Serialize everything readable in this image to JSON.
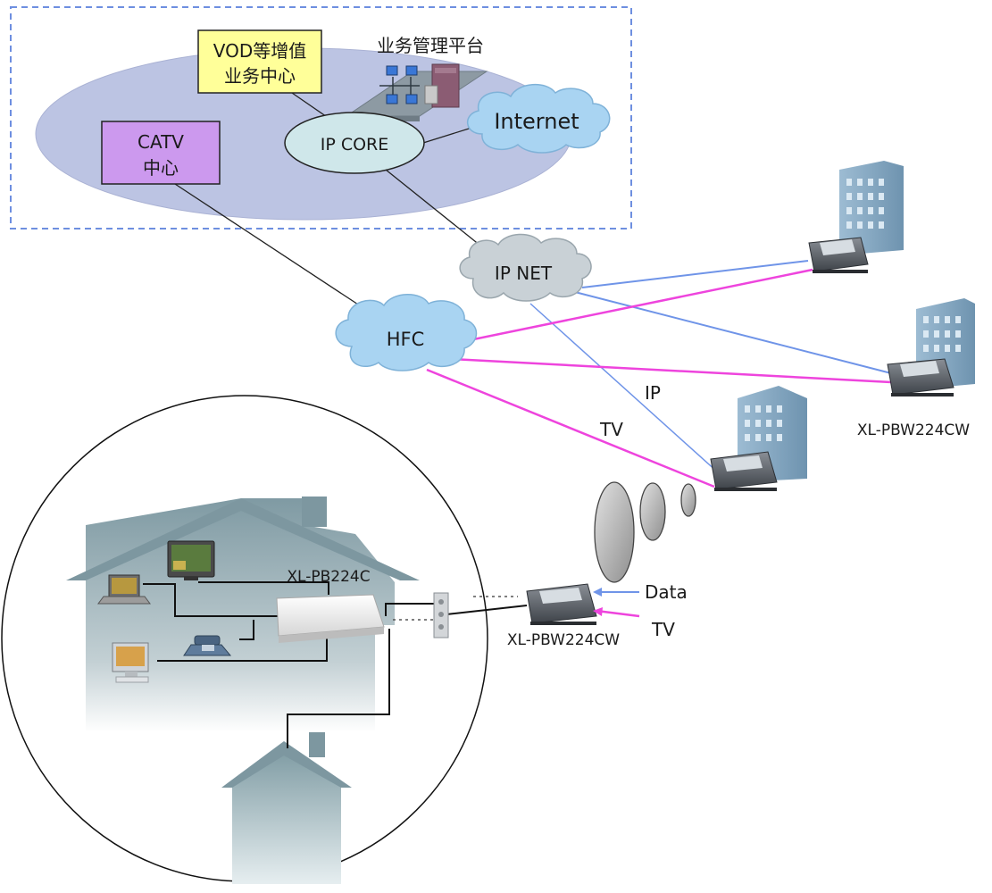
{
  "labels": {
    "vod_center_line1": "VOD等增值",
    "vod_center_line2": "业务中心",
    "management_platform": "业务管理平台",
    "internet": "Internet",
    "catv_line1": "CATV",
    "catv_line2": "中心",
    "ip_core": "IP CORE",
    "ip_net": "IP NET",
    "hfc": "HFC",
    "ip_link": "IP",
    "tv_link": "TV",
    "device_right": "XL-PBW224CW",
    "device_home": "XL-PBW224CW",
    "home_gateway": "XL-PB224C",
    "legend_data": "Data",
    "legend_tv": "TV"
  },
  "colors": {
    "dashed_border": "#6e8fe0",
    "ellipse_fill": "#bcc4e3",
    "vod_box": "#ffff99",
    "catv_box": "#cc99ee",
    "ip_core_fill": "#cfe7ea",
    "cloud_blue": "#a9d4f2",
    "cloud_gray": "#c9d1d6",
    "data_line": "#6f94e8",
    "tv_line": "#ee44dd",
    "house": "#8fa6ad",
    "building": "#7fa2bd"
  },
  "icons": {
    "router": "router-icon",
    "building": "office-building-icon",
    "tv": "tv-icon",
    "laptop": "laptop-icon",
    "phone": "telephone-icon",
    "pc": "desktop-pc-icon",
    "splitter": "splitter-icon",
    "server": "server-icon"
  }
}
